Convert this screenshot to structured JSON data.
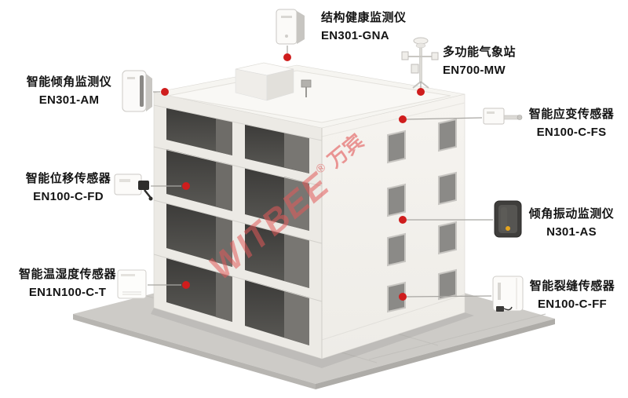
{
  "watermark": {
    "brand": "WITBEE",
    "reg": "®",
    "cn": "万宾"
  },
  "colors": {
    "marker_red": "#cf1d1d",
    "watermark_red": "#e25a5a",
    "leader_gray": "#a8a6a2",
    "building_white": "#f3f1ec",
    "opening_dark": "#454441"
  },
  "sensors": [
    {
      "title": "结构健康监测仪",
      "model": "EN301-GNA",
      "icon": "structural-health-monitor-icon"
    },
    {
      "title": "多功能气象站",
      "model": "EN700-MW",
      "icon": "weather-station-icon"
    },
    {
      "title": "智能倾角监测仪",
      "model": "EN301-AM",
      "icon": "tilt-monitor-icon"
    },
    {
      "title": "智能应变传感器",
      "model": "EN100-C-FS",
      "icon": "strain-sensor-icon"
    },
    {
      "title": "智能位移传感器",
      "model": "EN100-C-FD",
      "icon": "displacement-sensor-icon"
    },
    {
      "title": "倾角振动监测仪",
      "model": "N301-AS",
      "icon": "tilt-vibration-monitor-icon"
    },
    {
      "title": "智能温湿度传感器",
      "model": "EN1N100-C-T",
      "icon": "temp-humidity-sensor-icon"
    },
    {
      "title": "智能裂缝传感器",
      "model": "EN100-C-FF",
      "icon": "crack-sensor-icon"
    }
  ]
}
